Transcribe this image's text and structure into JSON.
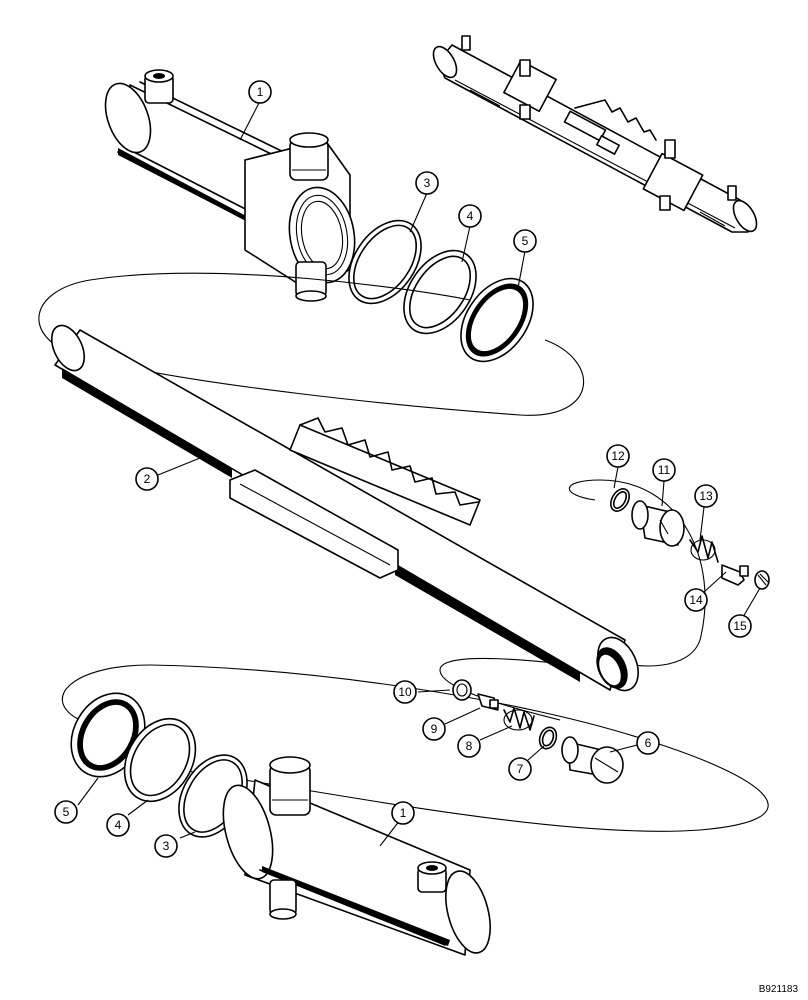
{
  "diagram": {
    "reference_code": "B921183",
    "callouts": [
      {
        "id": "c1-top",
        "label": "1"
      },
      {
        "id": "c3-top",
        "label": "3"
      },
      {
        "id": "c4-top",
        "label": "4"
      },
      {
        "id": "c5-top",
        "label": "5"
      },
      {
        "id": "c2",
        "label": "2"
      },
      {
        "id": "c12",
        "label": "12"
      },
      {
        "id": "c11",
        "label": "11"
      },
      {
        "id": "c13",
        "label": "13"
      },
      {
        "id": "c14",
        "label": "14"
      },
      {
        "id": "c15",
        "label": "15"
      },
      {
        "id": "c10",
        "label": "10"
      },
      {
        "id": "c9",
        "label": "9"
      },
      {
        "id": "c8",
        "label": "8"
      },
      {
        "id": "c7",
        "label": "7"
      },
      {
        "id": "c6",
        "label": "6"
      },
      {
        "id": "c5-bot",
        "label": "5"
      },
      {
        "id": "c4-bot",
        "label": "4"
      },
      {
        "id": "c3-bot",
        "label": "3"
      },
      {
        "id": "c1-bot",
        "label": "1"
      }
    ]
  }
}
